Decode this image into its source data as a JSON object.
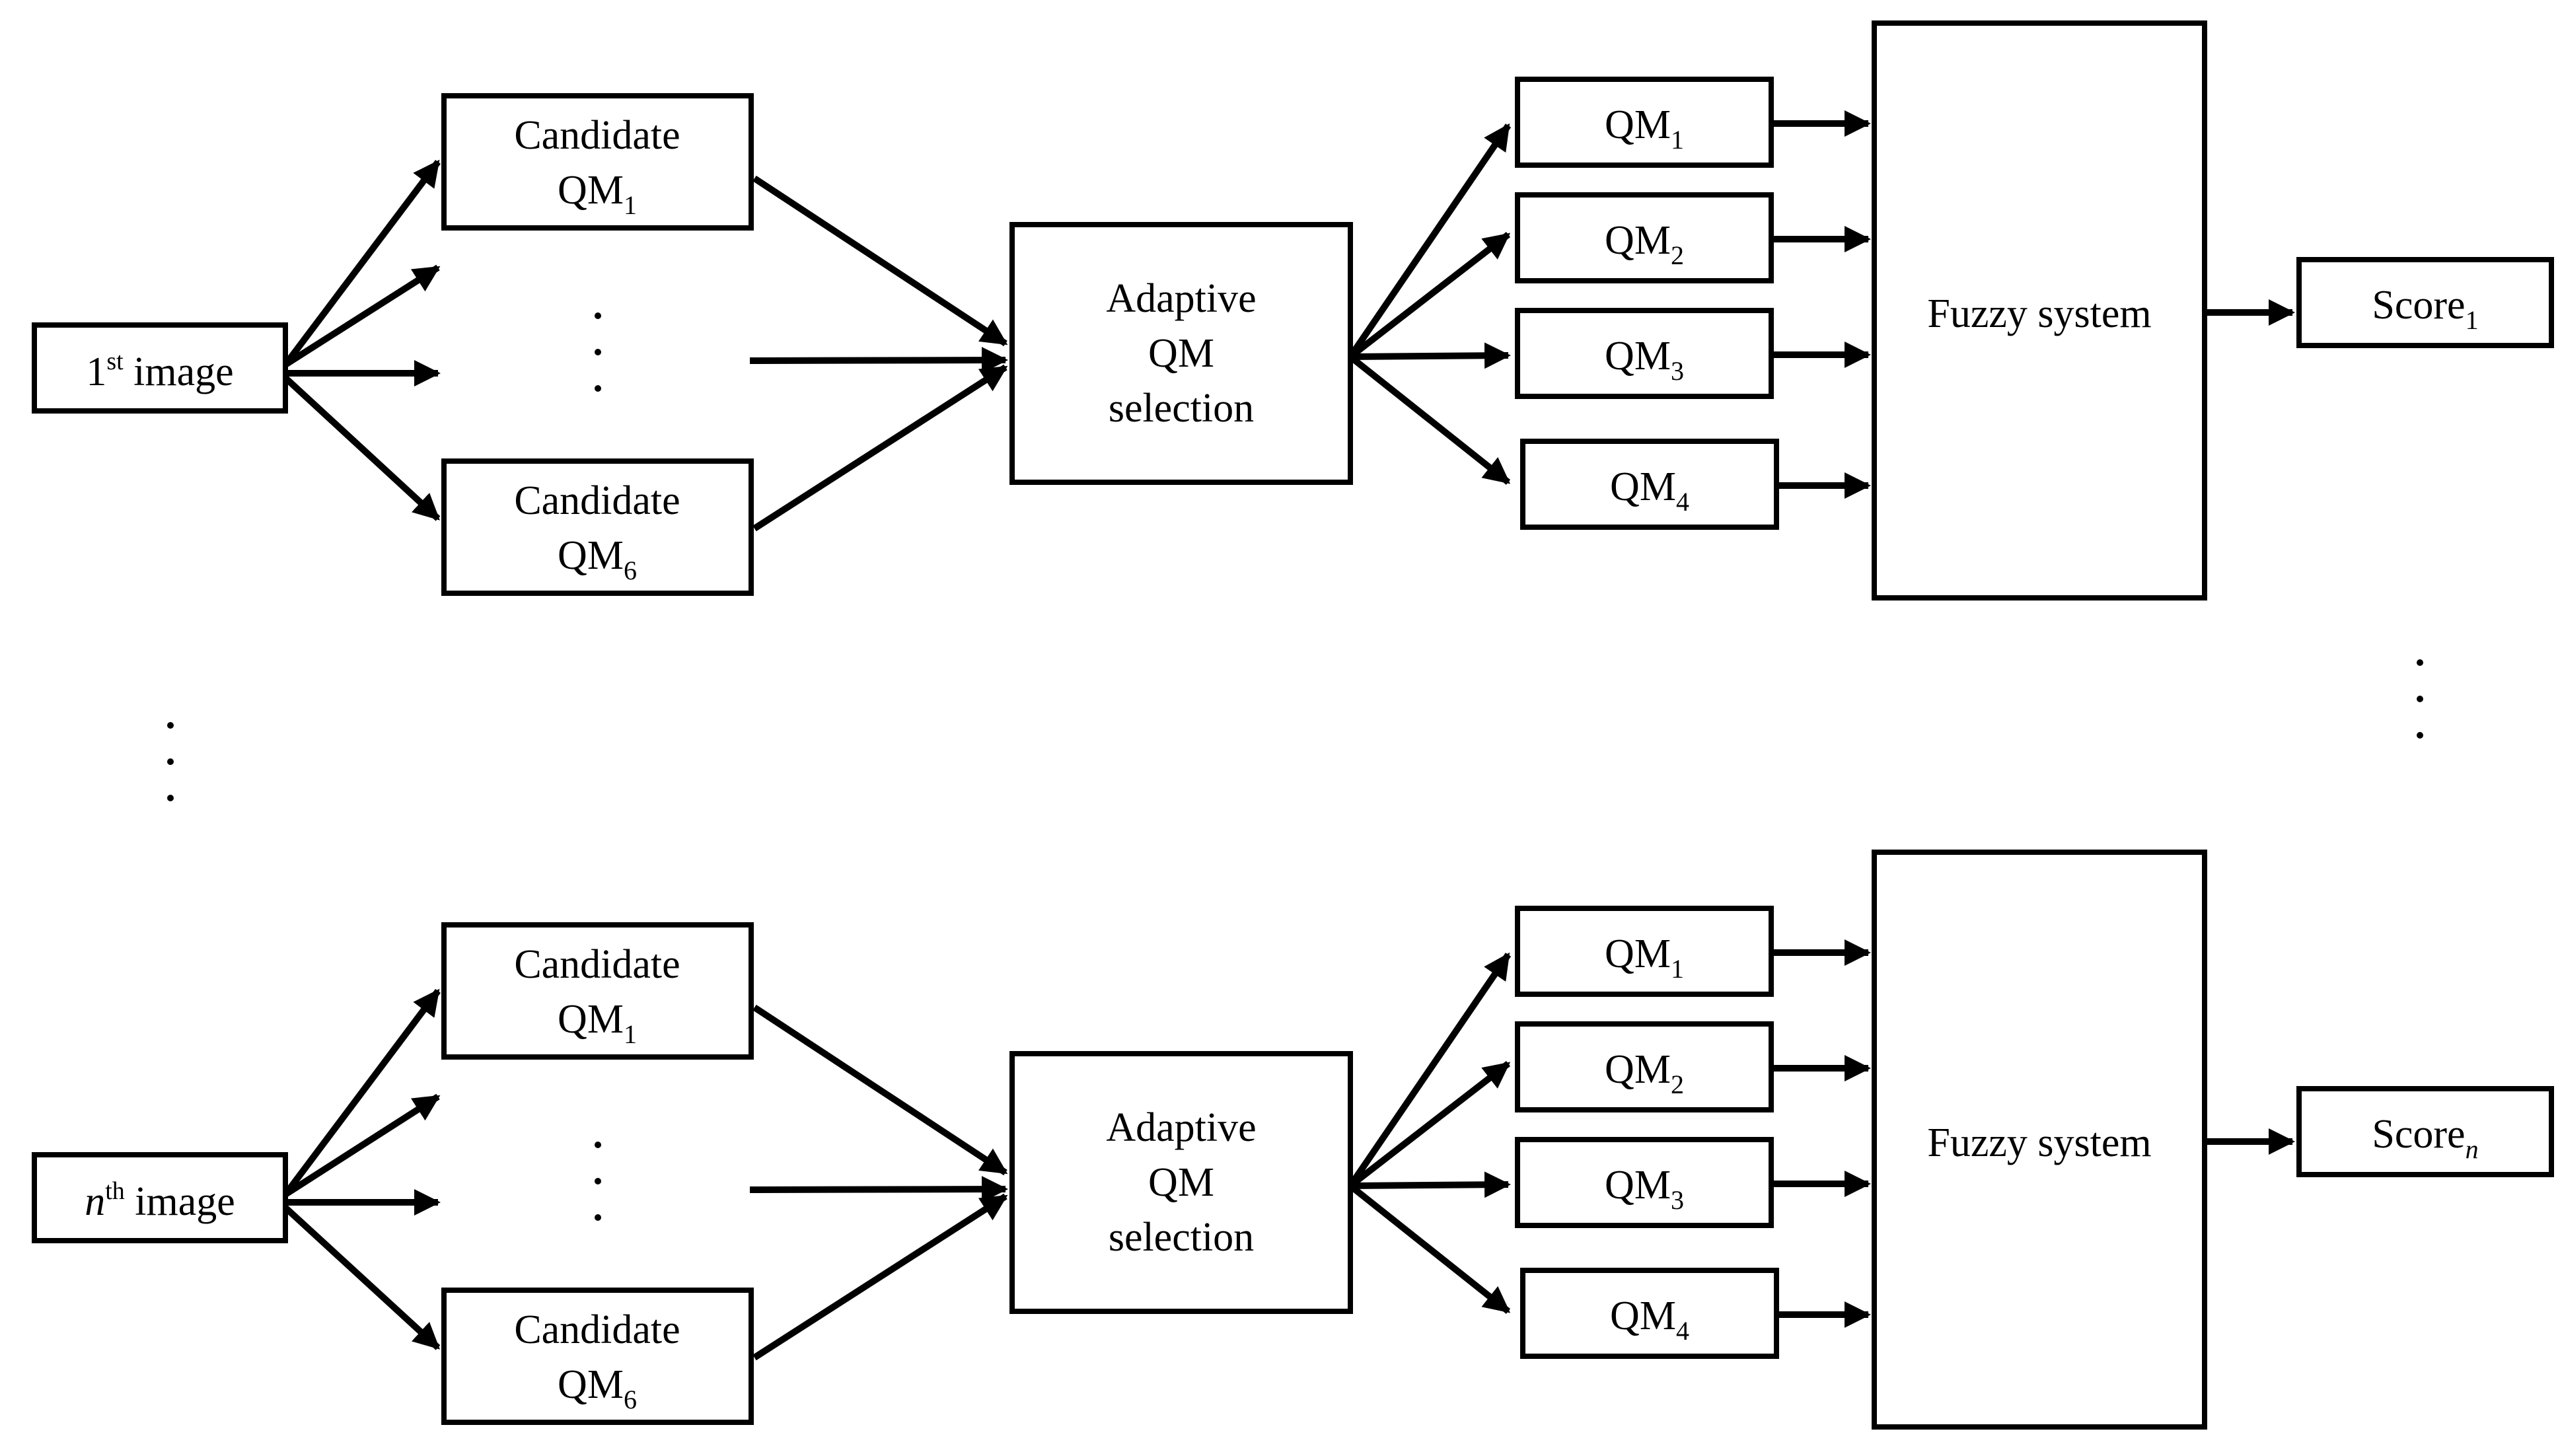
{
  "colors": {
    "stroke": "#000000",
    "background": "#ffffff"
  },
  "rows": [
    {
      "id": "first",
      "input": {
        "prefix": "1",
        "sup": "st",
        "suffix": " image",
        "prefix_italic": false
      },
      "candidates": [
        {
          "line1": "Candidate",
          "base": "QM",
          "sub": "1"
        },
        {
          "line1": "Candidate",
          "base": "QM",
          "sub": "6"
        }
      ],
      "selection": {
        "line1": "Adaptive",
        "line2": "QM",
        "line3": "selection"
      },
      "selected": [
        {
          "base": "QM",
          "sub": "1"
        },
        {
          "base": "QM",
          "sub": "2"
        },
        {
          "base": "QM",
          "sub": "3"
        },
        {
          "base": "QM",
          "sub": "4"
        }
      ],
      "fuzzy": "Fuzzy system",
      "score": {
        "base": "Score",
        "sub": "1",
        "sub_italic": false
      }
    },
    {
      "id": "nth",
      "input": {
        "prefix": "n",
        "sup": "th",
        "suffix": " image",
        "prefix_italic": true
      },
      "candidates": [
        {
          "line1": "Candidate",
          "base": "QM",
          "sub": "1"
        },
        {
          "line1": "Candidate",
          "base": "QM",
          "sub": "6"
        }
      ],
      "selection": {
        "line1": "Adaptive",
        "line2": "QM",
        "line3": "selection"
      },
      "selected": [
        {
          "base": "QM",
          "sub": "1"
        },
        {
          "base": "QM",
          "sub": "2"
        },
        {
          "base": "QM",
          "sub": "3"
        },
        {
          "base": "QM",
          "sub": "4"
        }
      ],
      "fuzzy": "Fuzzy system",
      "score": {
        "base": "Score",
        "sub": "n",
        "sub_italic": true
      }
    }
  ]
}
